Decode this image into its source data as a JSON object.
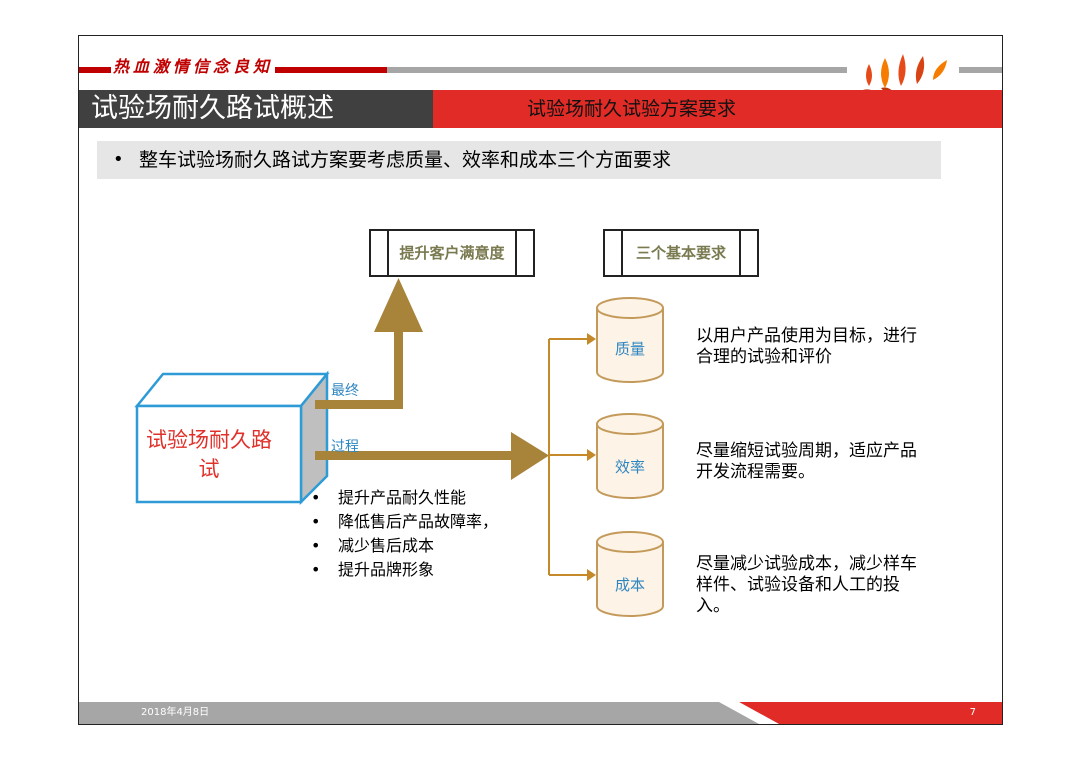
{
  "header": {
    "motto": "热血激情信念良知",
    "title": "试验场耐久路试概述",
    "subtitle": "试验场耐久试验方案要求"
  },
  "bullet": "整车试验场耐久路试方案要考虑质量、效率和成本三个方面要求",
  "diagram": {
    "center_box": "试验场耐久路试",
    "top_scroll": "提升客户满意度",
    "right_scroll": "三个基本要求",
    "arrow_up_label": "最终",
    "arrow_right_label": "过程",
    "quality": "质量",
    "efficiency": "效率",
    "cost": "成本",
    "quality_desc": "以用户产品使用为目标，进行合理的试验和评价",
    "efficiency_desc": "尽量缩短试验周期，适应产品开发流程需要。",
    "cost_desc": "尽量减少试验成本，减少样车样件、试验设备和人工的投入。",
    "benefits": [
      "提升产品耐久性能",
      "降低售后产品故障率，",
      "减少售后成本",
      "提升品牌形象"
    ]
  },
  "footer": {
    "date": "2018年4月8日",
    "page": "7"
  },
  "colors": {
    "red": "#e12b26",
    "dark_red": "#c00000",
    "arrow": "#a8833a",
    "cube_blue": "#2e9bd6",
    "label_blue": "#2e86c1",
    "cylinder_fill": "#fdf3e6",
    "cylinder_stroke": "#c49a5a"
  }
}
